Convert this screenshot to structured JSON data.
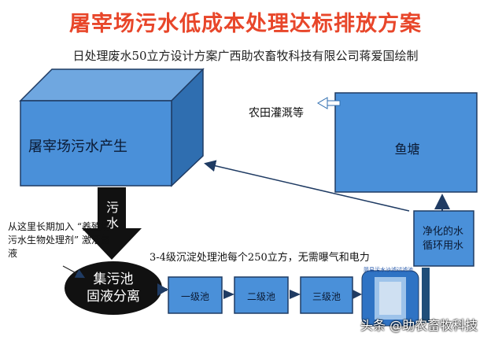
{
  "title": "屠宰场污水低成本处理达标排放方案",
  "subtitle": "日处理废水50立方设计方案广西助农畜牧科技有限公司蒋爱国绘制",
  "nodes": {
    "source": "屠宰场污水产生",
    "fish_pond": "鱼塘",
    "farmland": "农田灌溉等",
    "sewage_arrow": "污水",
    "note": "从这里长期加入 “养殖场污水生物处理剂” 激活菌液",
    "collection_line1": "集污池",
    "collection_line2": "固液分离",
    "stage_description": "3-4级沉淀处理池每个250立方，无需曝气和电力",
    "stage1": "一级池",
    "stage2": "二级池",
    "stage3": "三级池",
    "recycle_line1": "净化的水",
    "recycle_line2": "循环用水",
    "equipment_label": "简易污水沙滤过滤池"
  },
  "watermark": "头条 @助农畜牧科技",
  "colors": {
    "title": "#e8462a",
    "box_blue": "#4a90d9",
    "box_border": "#1f3b63",
    "arrow_dark": "#1f4e79"
  }
}
